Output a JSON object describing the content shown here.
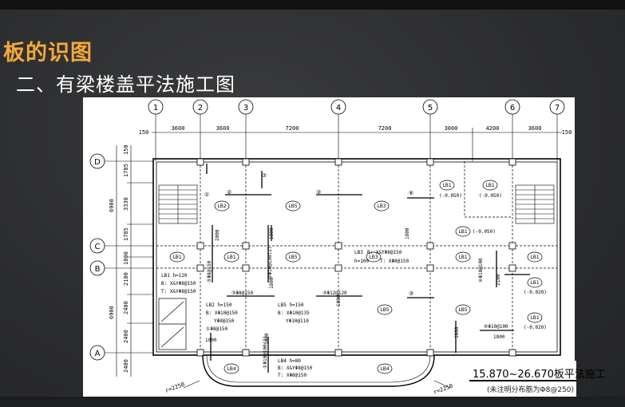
{
  "slide": {
    "title": "板的识图",
    "subtitle": "二、有梁楼盖平法施工图"
  },
  "plan": {
    "column_axes": [
      "1",
      "2",
      "3",
      "4",
      "5",
      "6",
      "7"
    ],
    "row_axes": [
      "D",
      "C",
      "B",
      "A"
    ],
    "top_dims": [
      "150",
      "3600",
      "3600",
      "7200",
      "7200",
      "3000",
      "4200",
      "3600",
      "150"
    ],
    "left_dims": [
      "150",
      "1785",
      "3330",
      "1785",
      "1800",
      "2100",
      "2400",
      "2400",
      "2400"
    ],
    "left_totals": [
      "6900",
      "6900"
    ],
    "slab_tags": [
      "LB2",
      "LB5",
      "LB3",
      "LB1",
      "LB1",
      "LB1",
      "LB1",
      "LB3",
      "LB1",
      "LB1",
      "LB1",
      "LB5",
      "LB5",
      "LB5",
      "LB1",
      "LB4",
      "LB4"
    ],
    "slab_notes": {
      "lb1_top": "(-0.050)",
      "lb1_mid": "(-0.050)",
      "lb1_right_a": "(-0.020)",
      "lb1_right_b": "(-0.020)",
      "lb1_left_def": "LB1  h=120",
      "lb1_left_b": "B: X&YΦ8@150",
      "lb1_left_t": "T: X&YΦ8@150",
      "lb3_def": "LB3",
      "lb3_b": "B: X&YΦ8@150",
      "lb3_h": "h=100",
      "lb3_t": "T: XΦ8@150",
      "lb2_def": "LB2  h=150",
      "lb2_b": "B: XΦ10@150",
      "lb2_y": "YΦ8@150",
      "lb5_def": "LB5  h=150",
      "lb5_b": "B: XΦ10@135",
      "lb5_y": "YΦ10@110",
      "lb4_def": "LB4  h=80",
      "lb4_b": "B: X&YΦ8@150",
      "lb4_t": "T: XΦ8@150"
    },
    "rebar_marks": [
      "①",
      "②",
      "③",
      "④",
      "⑤",
      "⑥"
    ],
    "rebar_text": {
      "r1": "③Φ12@120",
      "r2": "③Φ8@150",
      "r3": "⑥Φ10@100",
      "r4": "④Φ10@100",
      "r5": "①Φ8@150",
      "r6": "②Φ10@150(2)",
      "r7": "⑤Φ8@150",
      "r8": "①Φ10@100(2)"
    },
    "lengths": [
      "1800",
      "1800",
      "1800",
      "1800",
      "1800",
      "1000",
      "1800",
      "2100",
      "1800",
      "1800",
      "2000"
    ],
    "radius_labels": [
      "r=2250",
      "r=2250"
    ]
  },
  "caption": {
    "main": "15.870~26.670板平法施工",
    "sub": "(未注明分布筋为Φ8@250)"
  }
}
